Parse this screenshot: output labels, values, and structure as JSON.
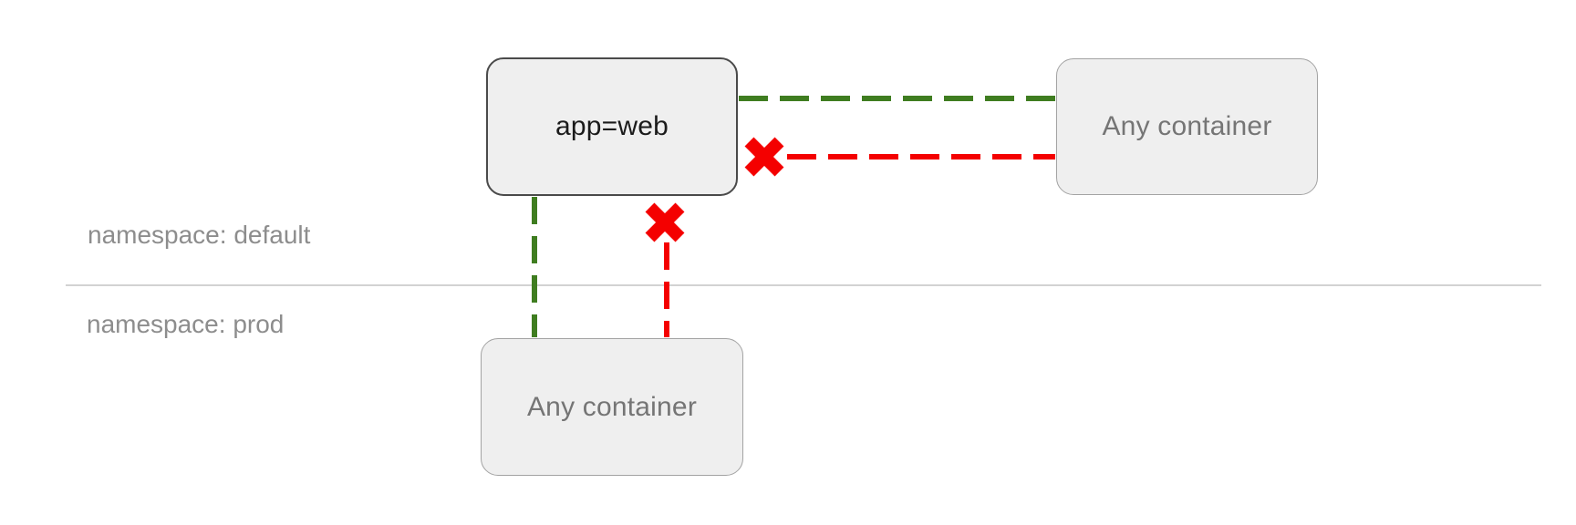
{
  "diagram": {
    "title_semantic": "kubernetes-network-policy-namespace-diagram",
    "nodes": {
      "web": {
        "label": "app=web"
      },
      "any_default": {
        "label": "Any container"
      },
      "any_prod": {
        "label": "Any container"
      }
    },
    "namespaces": {
      "default_label": "namespace: default",
      "prod_label": "namespace: prod"
    },
    "edges": [
      {
        "from": "app=web",
        "to": "Any container (namespace: default)",
        "direction": "egress",
        "status": "allowed"
      },
      {
        "from": "Any container (namespace: default)",
        "to": "app=web",
        "direction": "ingress",
        "status": "blocked"
      },
      {
        "from": "app=web",
        "to": "Any container (namespace: prod)",
        "direction": "egress",
        "status": "allowed"
      },
      {
        "from": "Any container (namespace: prod)",
        "to": "app=web",
        "direction": "ingress",
        "status": "blocked"
      }
    ],
    "colors": {
      "allowed": "#3f7d20",
      "blocked": "#f40000",
      "node_fill": "#efefef",
      "node_border": "#a3a3a3",
      "web_node_border": "#4a4a4a",
      "namespace_label_text": "#8d8d8d",
      "secondary_text": "#757575",
      "divider": "#d2d2d2",
      "background": "#ffffff"
    }
  }
}
